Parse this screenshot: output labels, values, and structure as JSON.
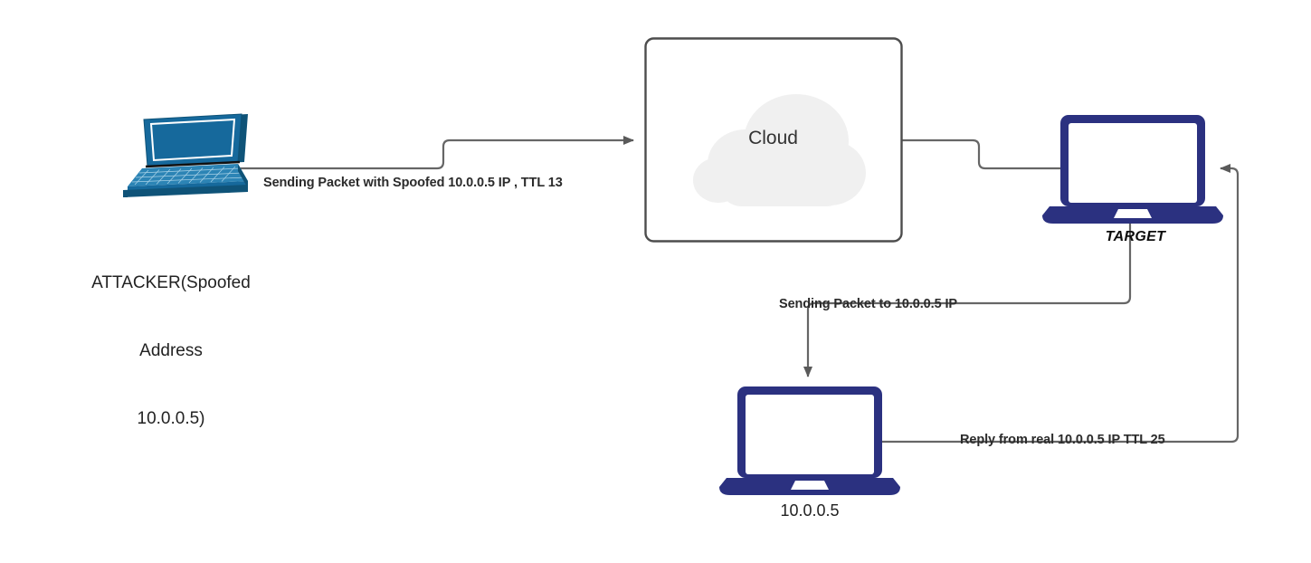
{
  "diagram": {
    "type": "network-security-diagram",
    "title": "IP spoofing / TTL reflection attack flow",
    "background": "#ffffff"
  },
  "colors": {
    "attacker_device": "#16699C",
    "attacker_device_dark": "#0F5378",
    "target_device": "#2B3180",
    "victim_device": "#2B3180",
    "cloud_fill": "#F0F0F0",
    "box_border": "#4D4D4D",
    "wire": "#666666",
    "text": "#1A1A1A"
  },
  "nodes": {
    "attacker": {
      "icon": "laptop-icon",
      "label": "ATTACKER(Spoofed\nAddress\n10.0.0.5)",
      "label_lines": [
        "ATTACKER(Spoofed",
        "Address",
        "10.0.0.5)"
      ]
    },
    "cloud": {
      "icon": "cloud-icon",
      "label": "Cloud"
    },
    "target": {
      "icon": "laptop-icon",
      "label": "TARGET"
    },
    "victim": {
      "icon": "laptop-icon",
      "label": "10.0.0.5"
    }
  },
  "edges": [
    {
      "id": "attacker-to-cloud",
      "from": "attacker",
      "to": "cloud",
      "label": "Sending Packet with Spoofed 10.0.0.5 IP , TTL 13",
      "arrow": "end"
    },
    {
      "id": "cloud-to-target",
      "from": "cloud",
      "to": "target",
      "label": "",
      "arrow": "none"
    },
    {
      "id": "target-to-victim",
      "from": "target",
      "to": "victim",
      "label": "Sending Packet to 10.0.0.5 IP",
      "arrow": "end"
    },
    {
      "id": "victim-to-target",
      "from": "victim",
      "to": "target",
      "label": "Reply from real 10.0.0.5 IP TTL 25",
      "arrow": "end"
    }
  ]
}
